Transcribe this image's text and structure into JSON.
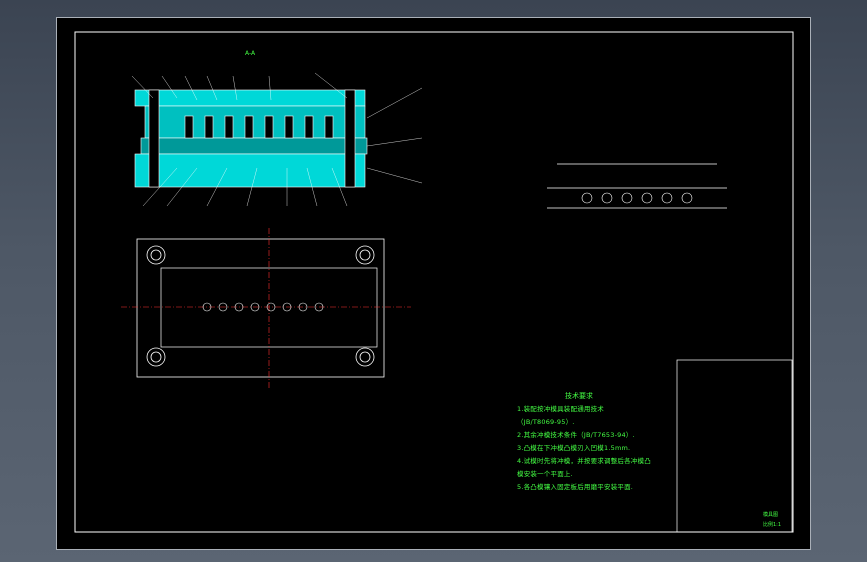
{
  "drawing": {
    "section_label": "A-A",
    "notes": {
      "title": "技术要求",
      "lines": [
        "1.装配按冲模具装配通用技术",
        "（JB/T8069-95）.",
        "2.其余冲模技术条件（JB/T7653-94）.",
        "3.凸模在下冲模凸模刃入凹模1.5mm.",
        "4.试模时先将冲模，并按要求调整后各冲模凸",
        "模安装一个平面上.",
        "5.各凸模镶入固定板后用磨平安装平面."
      ]
    },
    "title_block": {
      "drawing_no": "模具图",
      "scale": "比例1:1"
    },
    "colors": {
      "frame": "#ffffff",
      "section": "#00e5e5",
      "centerline": "#ff3030",
      "notes": "#44ff44",
      "outline": "#ffffff"
    }
  }
}
